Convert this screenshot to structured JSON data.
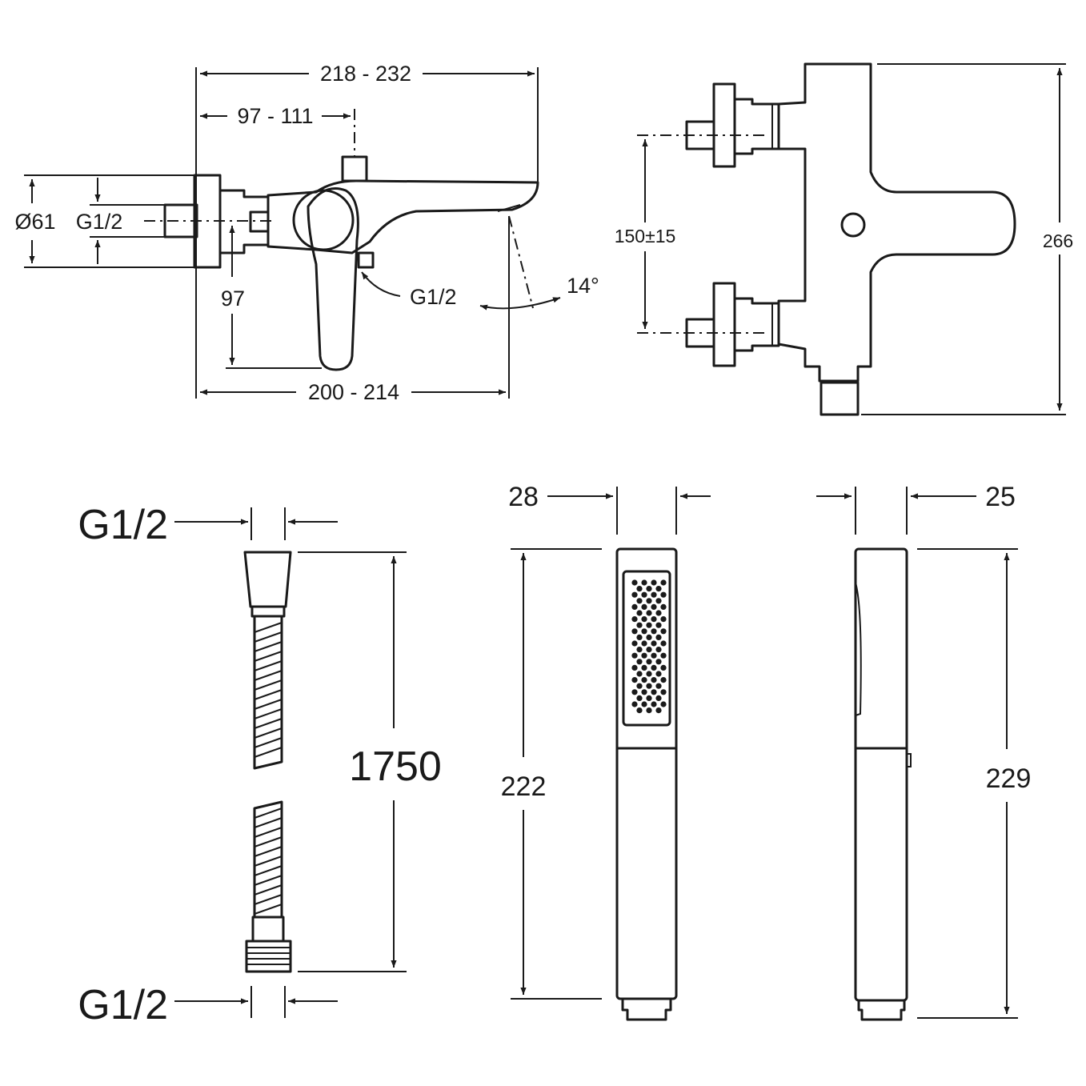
{
  "labels": {
    "overall_length": "218 - 232",
    "inlet_to_outlet": "97 - 111",
    "rosette_diameter": "Ø61",
    "inlet_thread": "G1/2",
    "handle_drop": "97",
    "outlet_thread": "G1/2",
    "spout_angle": "14°",
    "spout_reach": "200 - 214",
    "centers": "150±15",
    "body_height": "266",
    "hose_thread_top": "G1/2",
    "hose_length": "1750",
    "hose_thread_bottom": "G1/2",
    "handshower_front_width": "28",
    "handshower_front_length": "222",
    "handshower_side_width": "25",
    "handshower_side_length": "229"
  }
}
